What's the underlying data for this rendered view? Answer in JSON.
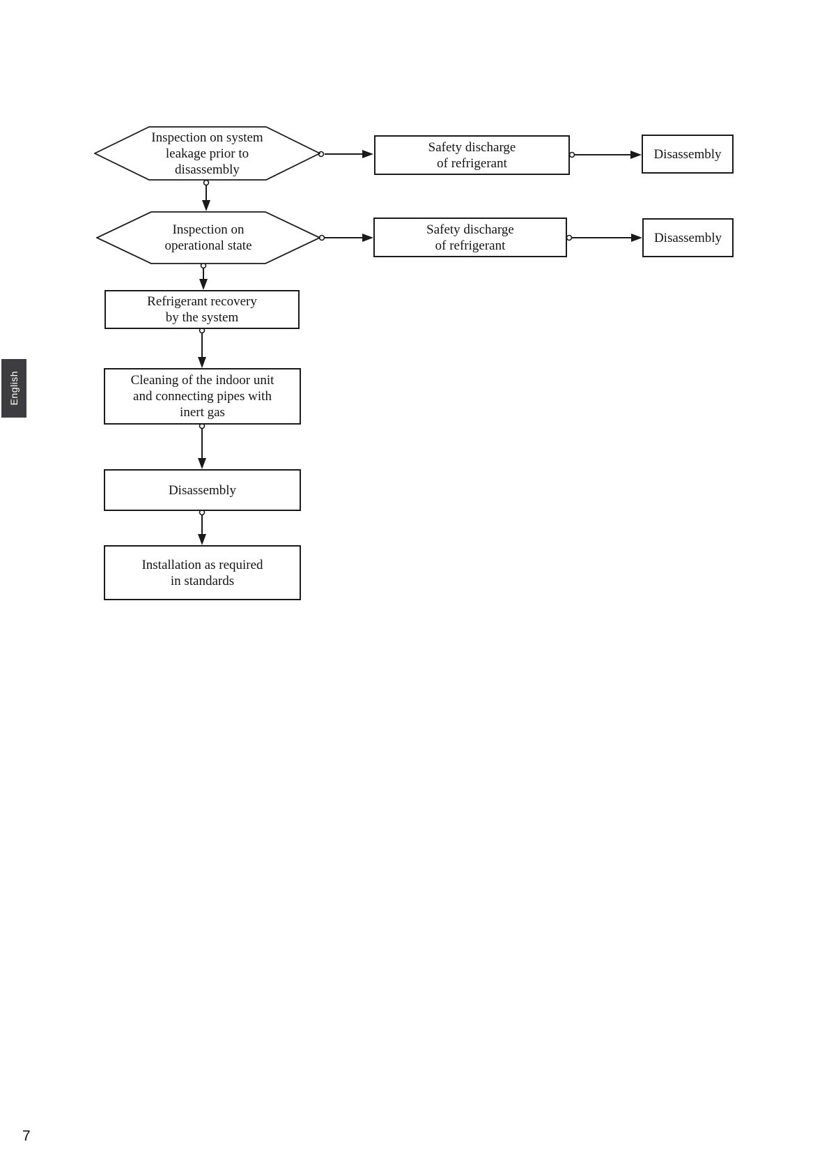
{
  "page": {
    "number": "7"
  },
  "sidebar_tab": {
    "label": "English",
    "background_color": "#3d3d3f",
    "text_color": "#ffffff"
  },
  "flowchart": {
    "line_color": "#1a1a1a",
    "nodes": [
      {
        "id": "inspection-leakage",
        "type": "hexagon",
        "lines": [
          "Inspection on system",
          "leakage prior to",
          "disassembly"
        ]
      },
      {
        "id": "safety-discharge-1",
        "type": "rectangle",
        "lines": [
          "Safety discharge",
          "of refrigerant"
        ]
      },
      {
        "id": "disassembly-1",
        "type": "rectangle",
        "lines": [
          "Disassembly"
        ]
      },
      {
        "id": "inspection-operational",
        "type": "hexagon",
        "lines": [
          "Inspection on",
          "operational state"
        ]
      },
      {
        "id": "safety-discharge-2",
        "type": "rectangle",
        "lines": [
          "Safety discharge",
          "of refrigerant"
        ]
      },
      {
        "id": "disassembly-2",
        "type": "rectangle",
        "lines": [
          "Disassembly"
        ]
      },
      {
        "id": "refrigerant-recovery",
        "type": "rectangle",
        "lines": [
          "Refrigerant recovery",
          "by the system"
        ]
      },
      {
        "id": "cleaning-inert-gas",
        "type": "rectangle",
        "lines": [
          "Cleaning of the indoor unit",
          "and connecting pipes with",
          "inert gas"
        ]
      },
      {
        "id": "disassembly-3",
        "type": "rectangle",
        "lines": [
          "Disassembly"
        ]
      },
      {
        "id": "installation-standards",
        "type": "rectangle",
        "lines": [
          "Installation as required",
          "in standards"
        ]
      }
    ],
    "edges": [
      {
        "from": "inspection-leakage",
        "to": "safety-discharge-1"
      },
      {
        "from": "safety-discharge-1",
        "to": "disassembly-1"
      },
      {
        "from": "inspection-leakage",
        "to": "inspection-operational"
      },
      {
        "from": "inspection-operational",
        "to": "safety-discharge-2"
      },
      {
        "from": "safety-discharge-2",
        "to": "disassembly-2"
      },
      {
        "from": "inspection-operational",
        "to": "refrigerant-recovery"
      },
      {
        "from": "refrigerant-recovery",
        "to": "cleaning-inert-gas"
      },
      {
        "from": "cleaning-inert-gas",
        "to": "disassembly-3"
      },
      {
        "from": "disassembly-3",
        "to": "installation-standards"
      }
    ]
  }
}
